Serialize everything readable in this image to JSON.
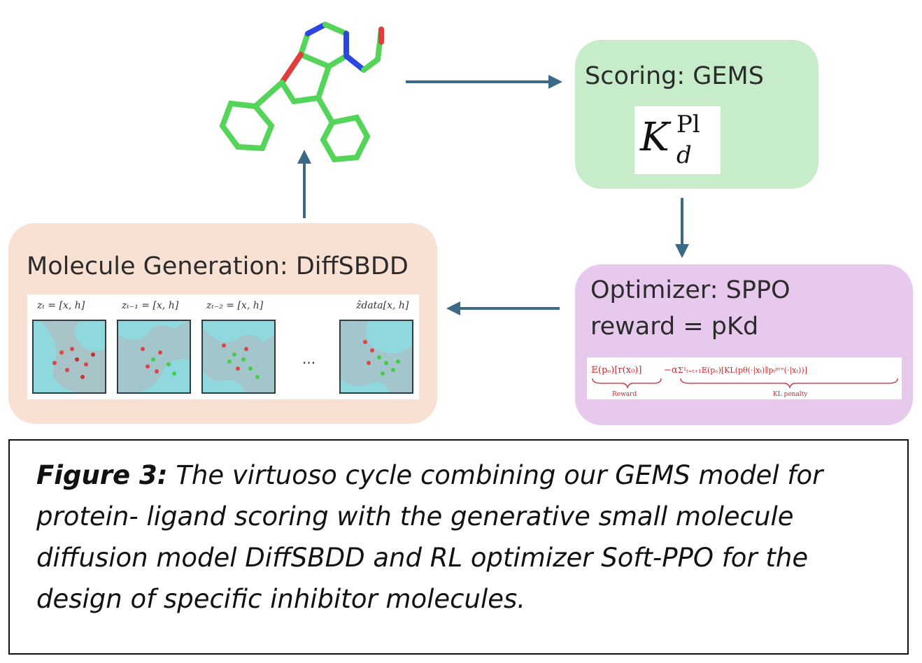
{
  "scoring": {
    "title": "Scoring: GEMS",
    "kd_symbol": "K",
    "kd_superscript": "Pl",
    "kd_subscript": "d"
  },
  "optimizer": {
    "title": "Optimizer: SPPO",
    "reward": "reward = pKd",
    "formula_reward_term": "𝔼(pₒ)[r(x₀)]",
    "formula_minus": "−α",
    "formula_kl_term": "Σ¹ₜ₌ₜ₊₁𝔼(pₒ)[KL(pθ(·|xₜ)∥pₜᵖʳᵉ(·|xₜ))]",
    "formula_reward_label": "Reward",
    "formula_kl_label": "KL penalty"
  },
  "generation": {
    "title": "Molecule Generation: DiffSBDD",
    "frames": [
      {
        "label": "zₜ = [x, h]"
      },
      {
        "label": "zₜ₋₁ = [x, h]"
      },
      {
        "label": "zₜ₋₂ = [x, h]"
      },
      {
        "label": "ẑdata[x, h]"
      }
    ],
    "ellipsis": "..."
  },
  "caption": {
    "bold": "Figure 3:",
    "text": " The virtuoso cycle combining our GEMS model for protein- ligand scoring with the generative small molecule diffusion model DiffSBDD and RL optimizer Soft-PPO for the design of specific inhibitor molecules."
  },
  "colors": {
    "arrow": "#3b6a88",
    "scoring_bg": "#c6ecc9",
    "optimizer_bg": "#e8c9ee",
    "generation_bg": "#f8e0d2",
    "formula_red": "#c8282d",
    "carbon_green": "#55d45a",
    "oxygen_red": "#e03c3c",
    "nitrogen_blue": "#2b47e0"
  }
}
